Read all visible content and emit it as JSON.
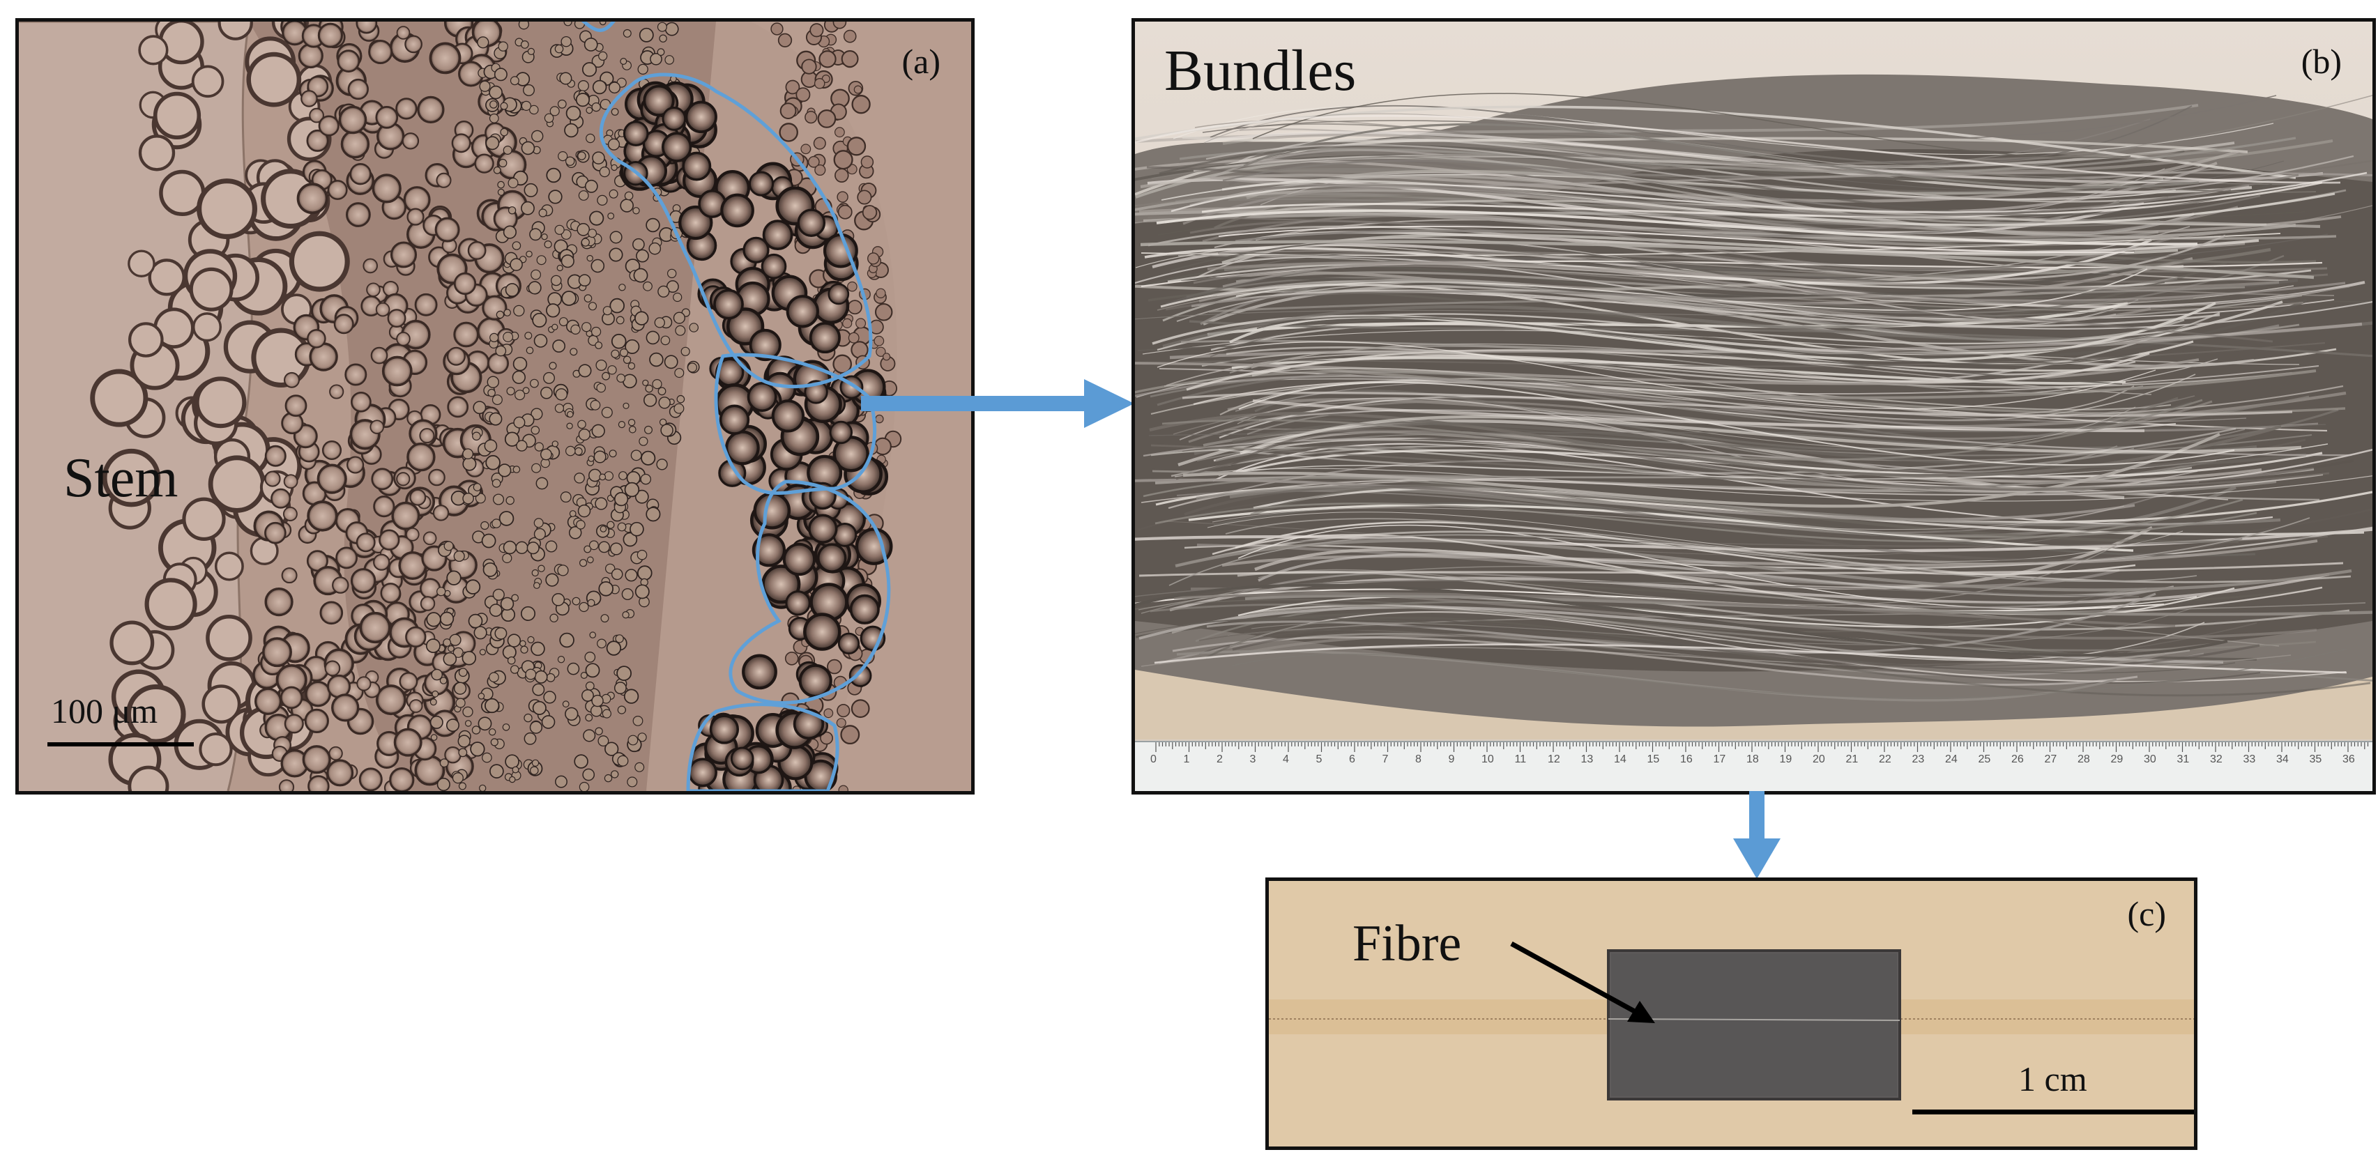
{
  "panel_a": {
    "tag": "(a)",
    "label": "Stem",
    "scale_text": "100 μm"
  },
  "panel_b": {
    "tag": "(b)",
    "label": "Bundles",
    "ruler_numbers": [
      "0",
      "1",
      "2",
      "3",
      "4",
      "5",
      "6",
      "7",
      "8",
      "9",
      "10",
      "11",
      "12",
      "13",
      "14",
      "15",
      "16",
      "17",
      "18",
      "19",
      "20",
      "21",
      "22",
      "23",
      "24",
      "25",
      "26",
      "27",
      "28",
      "29",
      "30",
      "31",
      "32",
      "33",
      "34",
      "35",
      "36"
    ]
  },
  "panel_c": {
    "tag": "(c)",
    "label": "Fibre",
    "scale_text": "1 cm"
  },
  "colors": {
    "arrow": "#5b9bd5",
    "outline": "#5fa0d8",
    "frame": "#111111"
  }
}
